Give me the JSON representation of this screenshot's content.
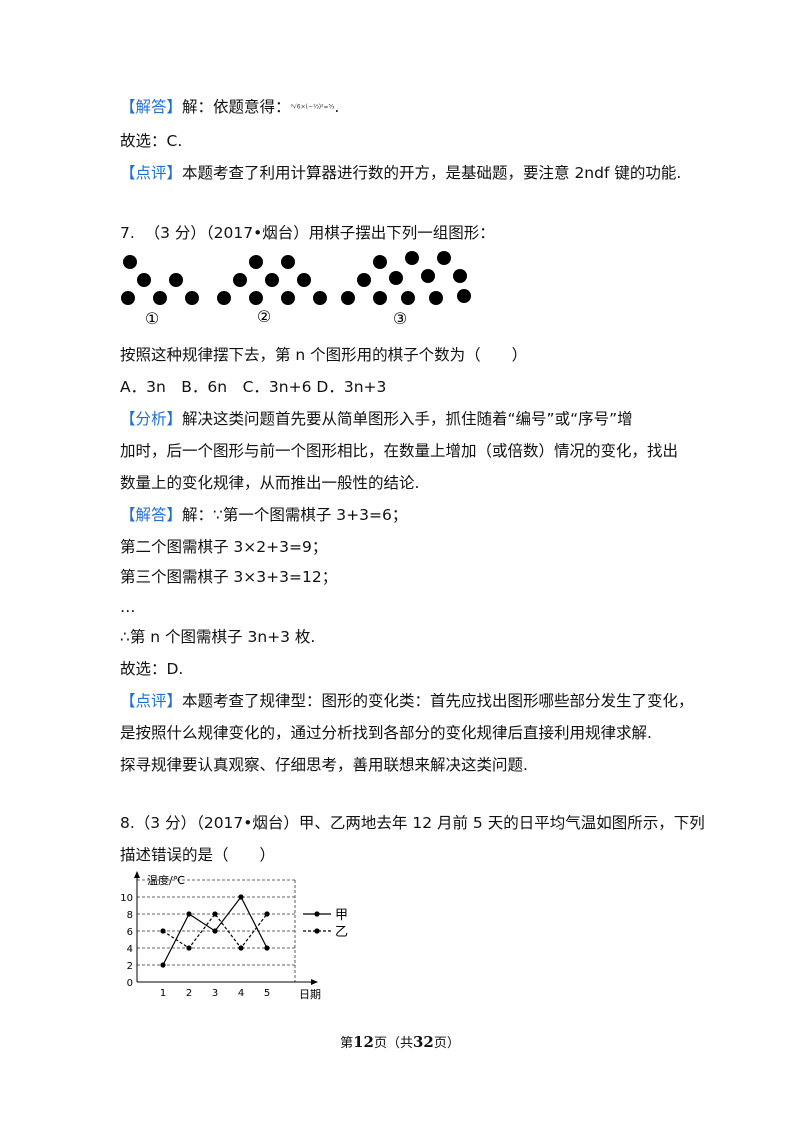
{
  "q6": {
    "answer_tag": "【解答】",
    "answer_text": "解：依题意得：",
    "formula": "³√6×(−⅓)²=⁵⁄₃",
    "answer_end": ".",
    "choice": "故选：C.",
    "comment_tag": "【点评】",
    "comment_text": "本题考查了利用计算器进行数的开方，是基础题，要注意 2ndf 键的功能."
  },
  "q7": {
    "stem": "7.  （3 分）（2017•烟台）用棋子摆出下列一组图形：",
    "figure_labels": [
      "①",
      "②",
      "③"
    ],
    "question": "按照这种规律摆下去，第 n 个图形用的棋子个数为（　　）",
    "options": "A．3n　B．6n　C．3n+6 D．3n+3",
    "analysis_tag": "【分析】",
    "analysis_1": "解决这类问题首先要从简单图形入手，抓住随着“编号”或“序号”增",
    "analysis_2": "加时，后一个图形与前一个图形相比，在数量上增加（或倍数）情况的变化，找出",
    "analysis_3": "数量上的变化规律，从而推出一般性的结论.",
    "answer_tag": "【解答】",
    "answer_1": "解：∵第一个图需棋子 3+3=6；",
    "answer_2": "第二个图需棋子 3×2+3=9；",
    "answer_3": "第三个图需棋子 3×3+3=12；",
    "answer_4": "…",
    "answer_5": "∴第 n 个图需棋子 3n+3 枚.",
    "choice": "故选：D.",
    "comment_tag": "【点评】",
    "comment_1": "本题考查了规律型：图形的变化类：首先应找出图形哪些部分发生了变化，",
    "comment_2": "是按照什么规律变化的，通过分析找到各部分的变化规律后直接利用规律求解.",
    "comment_3": "探寻规律要认真观察、仔细思考，善用联想来解决这类问题."
  },
  "q8": {
    "stem_1": "8.（3 分）（2017•烟台）甲、乙两地去年 12 月前 5 天的日平均气温如图所示，下列",
    "stem_2": "描述错误的是（　　）"
  },
  "chart_data": {
    "type": "line",
    "ylabel": "温度/℃",
    "xlabel": "日期",
    "x": [
      1,
      2,
      3,
      4,
      5
    ],
    "y_ticks": [
      0,
      2,
      4,
      6,
      8,
      10
    ],
    "ylim": [
      0,
      12
    ],
    "series": [
      {
        "name": "甲",
        "style": "solid",
        "values": [
          2,
          8,
          6,
          10,
          4
        ]
      },
      {
        "name": "乙",
        "style": "dashed",
        "values": [
          6,
          4,
          8,
          4,
          8
        ]
      }
    ]
  },
  "footer": {
    "prefix": "第",
    "page": "12",
    "mid": "页（共",
    "total": "32",
    "suffix": "页）"
  }
}
